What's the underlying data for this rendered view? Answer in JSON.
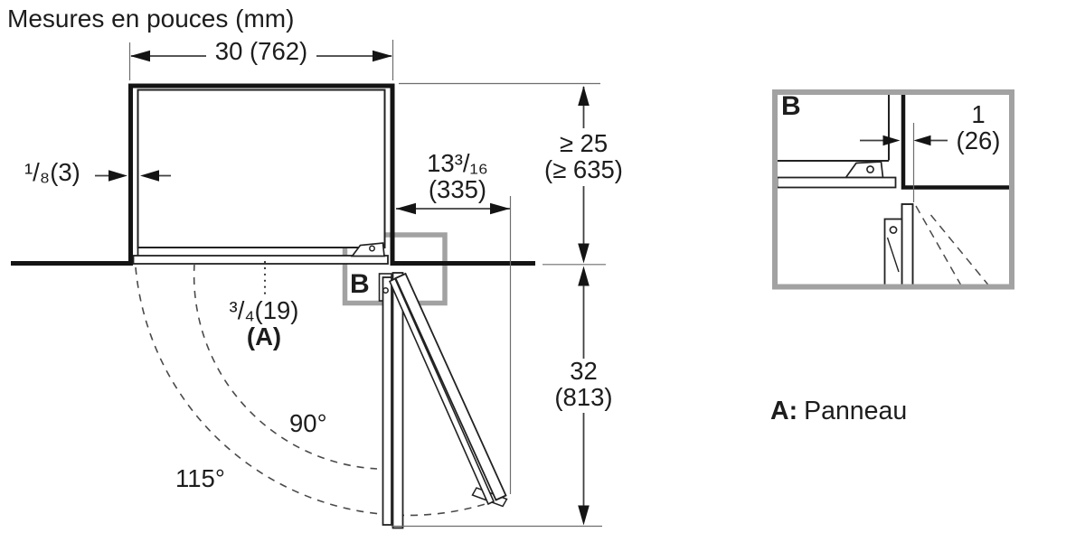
{
  "title": "Mesures en pouces (mm)",
  "main_view": {
    "detail_marker": "B",
    "dims": {
      "width": "30 (762)",
      "side_gap": "¹/₈(3)",
      "hinge_offset": {
        "line1": "13³/₁₆",
        "line2": "(335)"
      },
      "right_clearance": {
        "line1": "≥ 25",
        "line2": "(≥ 635)"
      },
      "panel_thickness": {
        "line1": "³/₄(19)",
        "line2": "(A)"
      },
      "door_depth": {
        "line1": "32",
        "line2": "(813)"
      }
    },
    "angles": {
      "open_90": "90°",
      "open_115": "115°"
    }
  },
  "detail_view": {
    "marker": "B",
    "dims": {
      "door_protrusion": {
        "line1": "1",
        "line2": "(26)"
      }
    }
  },
  "legend": {
    "key": "A:",
    "value": "Panneau"
  },
  "colors": {
    "line": "#141414",
    "dimension_line": "#3f3f3f",
    "extension_line": "#6e6e6e",
    "callout_frame": "#a2a2a2",
    "background": "#ffffff"
  }
}
